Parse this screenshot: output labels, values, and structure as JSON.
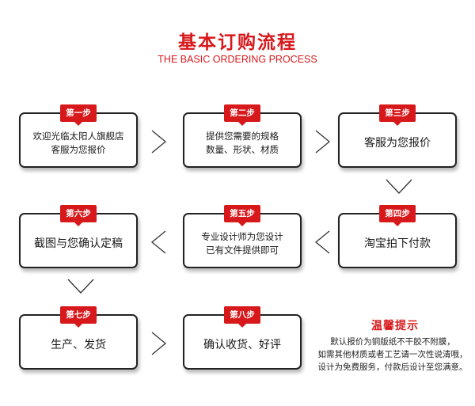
{
  "header": {
    "title": "基本订购流程",
    "subtitle": "THE BASIC ORDERING PROCESS"
  },
  "steps": [
    {
      "badge": "第一步",
      "line1": "欢迎光临太阳人旗舰店",
      "line2": "客服为您报价"
    },
    {
      "badge": "第二步",
      "line1": "提供您需要的规格",
      "line2": "数量、形状、材质"
    },
    {
      "badge": "第三步",
      "line1": "客服为您报价",
      "line2": ""
    },
    {
      "badge": "第四步",
      "line1": "淘宝拍下付款",
      "line2": ""
    },
    {
      "badge": "第五步",
      "line1": "专业设计师为您设计",
      "line2": "已有文件提供即可"
    },
    {
      "badge": "第六步",
      "line1": "截图与您确认定稿",
      "line2": ""
    },
    {
      "badge": "第七步",
      "line1": "生产、发货",
      "line2": ""
    },
    {
      "badge": "第八步",
      "line1": "确认收货、好评",
      "line2": ""
    }
  ],
  "tips": {
    "title": "温馨提示",
    "lines": [
      "默认报价为铜版纸不干胶不附膜，",
      "如需其他材质或者工艺请一次性说清哦，",
      "设计为免费服务，付款后设计至您满意。"
    ]
  },
  "colors": {
    "accent": "#d7191c",
    "border": "#222222"
  },
  "arrows": [
    "chevron-right",
    "chevron-right",
    "chevron-down",
    "chevron-left",
    "chevron-left",
    "chevron-down",
    "chevron-right"
  ]
}
